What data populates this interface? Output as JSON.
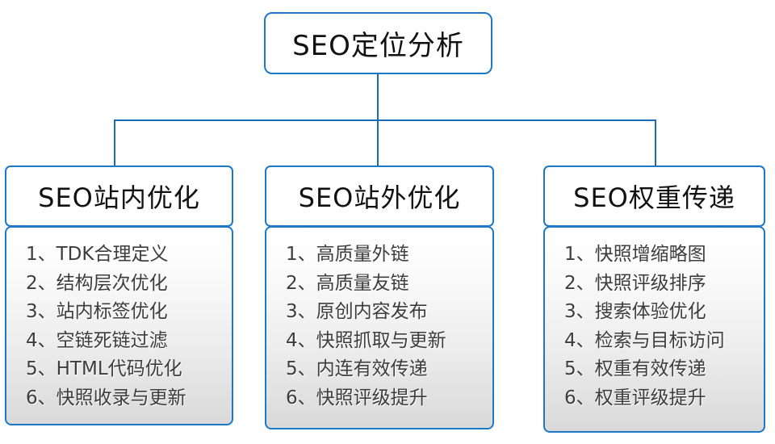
{
  "root": {
    "title": "SEO定位分析"
  },
  "columns": [
    {
      "title": "SEO站内优化",
      "items": [
        "1、TDK合理定义",
        "2、结构层次优化",
        "3、站内标签优化",
        "4、空链死链过滤",
        "5、HTML代码优化",
        "6、快照收录与更新"
      ]
    },
    {
      "title": "SEO站外优化",
      "items": [
        "1、高质量外链",
        "2、高质量友链",
        "3、原创内容发布",
        "4、快照抓取与更新",
        "5、内连有效传递",
        "6、快照评级提升"
      ]
    },
    {
      "title": "SEO权重传递",
      "items": [
        "1、快照增缩略图",
        "2、快照评级排序",
        "3、搜索体验优化",
        "4、检索与目标访问",
        "5、权重有效传递",
        "6、权重评级提升"
      ]
    }
  ],
  "colors": {
    "box_border": "#1d79c8",
    "connector": "#1a6cb6",
    "list_gradient_top": "#ffffff",
    "list_gradient_bottom": "#d9d9d9",
    "header_text": "#111111",
    "list_text": "#3d3d3d"
  }
}
